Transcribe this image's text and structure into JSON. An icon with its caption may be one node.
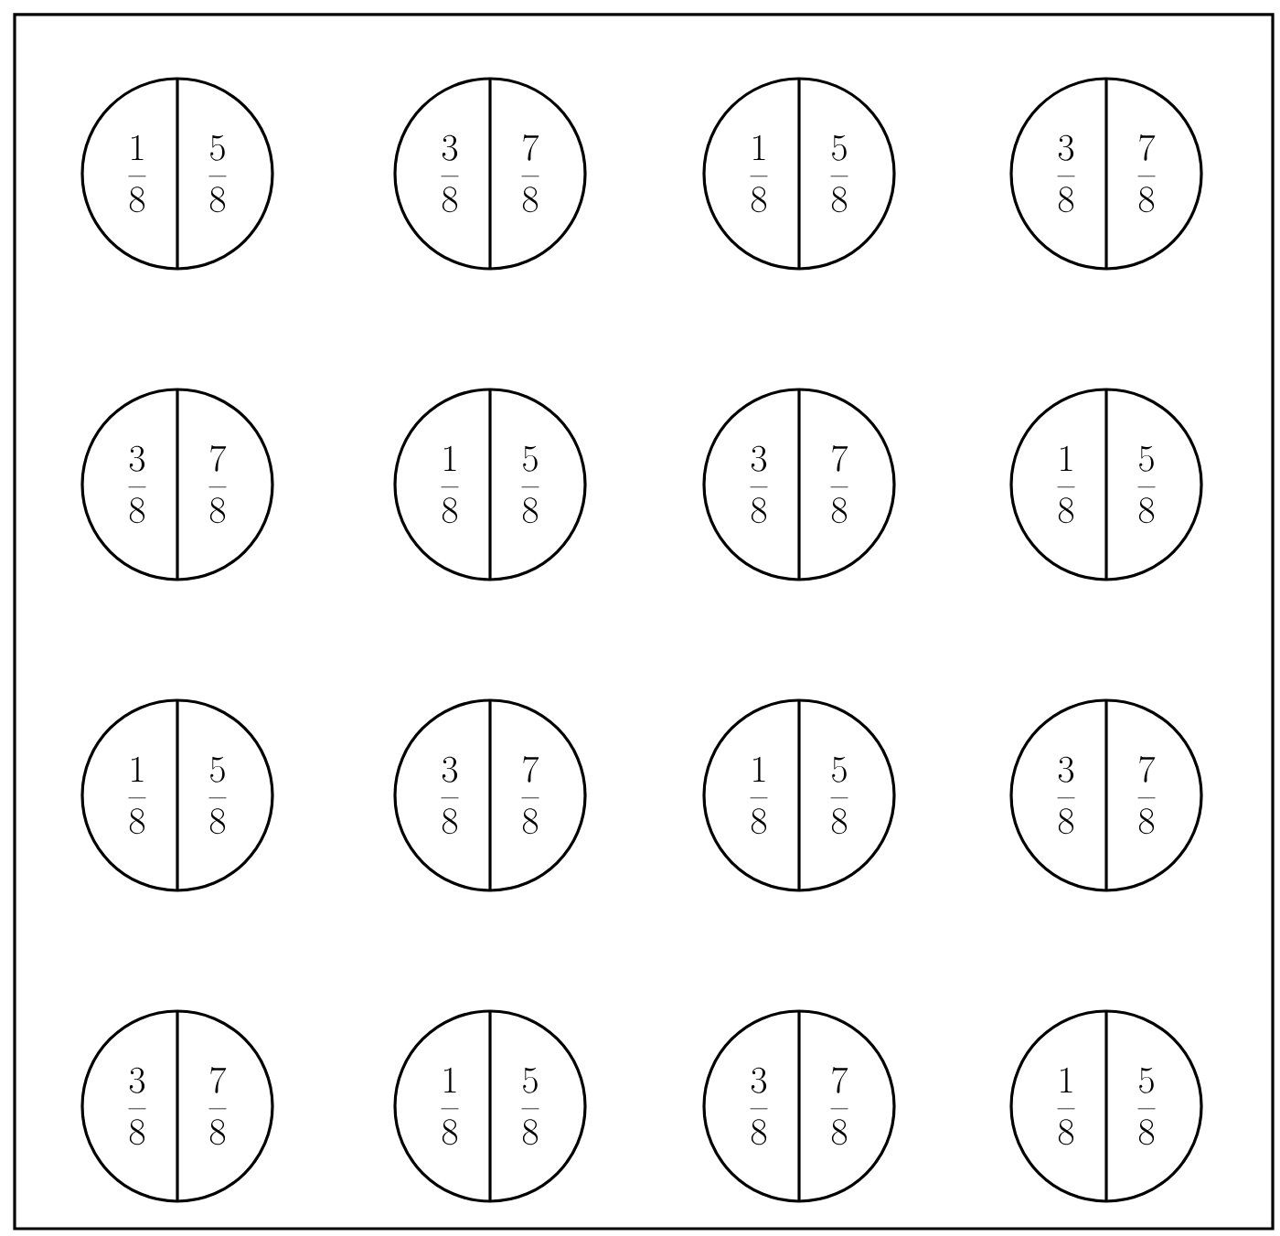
{
  "diagram": {
    "nodes": [
      {
        "text": [
          "\\frac{1}{8}",
          "\\frac{5}{8}"
        ]
      },
      {
        "text": [
          "\\frac{3}{8}",
          "\\frac{7}{8}"
        ]
      },
      {
        "text": [
          "\\frac{1}{8}",
          "\\frac{5}{8}"
        ]
      },
      {
        "text": [
          "\\frac{3}{8}",
          "\\frac{7}{8}"
        ]
      },
      {
        "text": [
          "\\frac{3}{8}",
          "\\frac{7}{8}"
        ]
      },
      {
        "text": [
          "\\frac{1}{8}",
          "\\frac{5}{8}"
        ]
      },
      {
        "text": [
          "\\frac{3}{8}",
          "\\frac{7}{8}"
        ]
      },
      {
        "text": [
          "\\frac{1}{8}",
          "\\frac{5}{8}"
        ]
      },
      {
        "text": [
          "\\frac{1}{8}",
          "\\frac{5}{8}"
        ]
      },
      {
        "text": [
          "\\frac{3}{8}",
          "\\frac{7}{8}"
        ]
      },
      {
        "text": [
          "\\frac{1}{8}",
          "\\frac{5}{8}"
        ]
      },
      {
        "text": [
          "\\frac{3}{8}",
          "\\frac{7}{8}"
        ]
      },
      {
        "text": [
          "\\frac{3}{8}",
          "\\frac{7}{8}"
        ]
      },
      {
        "text": [
          "\\frac{1}{8}",
          "\\frac{5}{8}"
        ]
      },
      {
        "text": [
          "\\frac{3}{8}",
          "\\frac{7}{8}"
        ]
      },
      {
        "text": [
          "\\frac{1}{8}",
          "\\frac{5}{8}"
        ]
      }
    ]
  }
}
